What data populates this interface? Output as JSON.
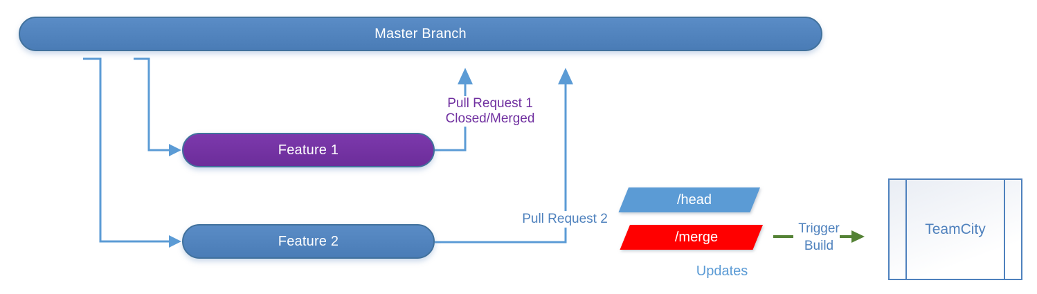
{
  "colors": {
    "branch-fill": "#4E81BD",
    "branch-border": "#41719C",
    "feature1-fill": "#7030A0",
    "connector": "#5B9BD5",
    "pr1-text": "#7030A0",
    "pr2-text": "#4E81BD",
    "head-fill": "#5B9BD5",
    "merge-fill": "#FF0000",
    "updates-text": "#5B9BD5",
    "trigger-text": "#4E81BD",
    "trigger-arrow": "#548235",
    "teamcity-border": "#4E81BD",
    "teamcity-text": "#4F81BD"
  },
  "nodes": {
    "master": {
      "label": "Master Branch"
    },
    "feature1": {
      "label": "Feature 1"
    },
    "feature2": {
      "label": "Feature 2"
    },
    "head": {
      "label": "/head"
    },
    "merge": {
      "label": "/merge"
    },
    "teamcity": {
      "label": "TeamCity"
    }
  },
  "labels": {
    "pull_request_1": {
      "line1": "Pull Request 1",
      "line2": "Closed/Merged"
    },
    "pull_request_2": "Pull Request 2",
    "updates": "Updates",
    "trigger": {
      "line1": "Trigger",
      "line2": "Build"
    }
  }
}
